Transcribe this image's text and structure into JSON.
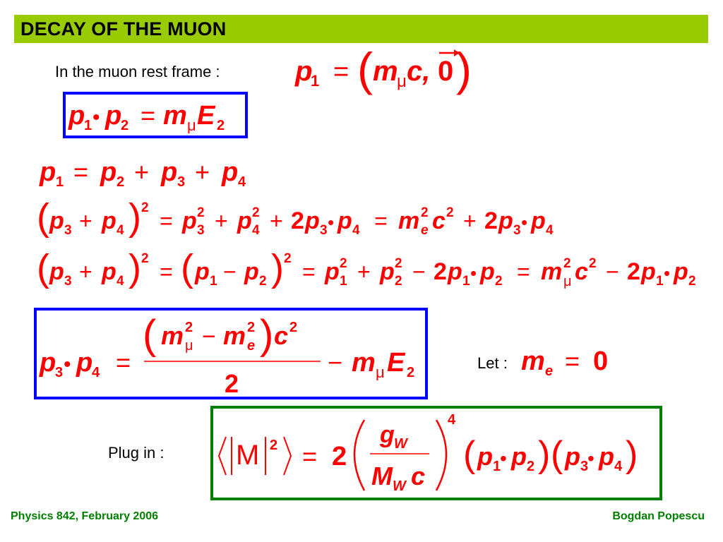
{
  "slide": {
    "title": "DECAY OF THE MUON",
    "rest_frame_label": "In the muon rest frame :",
    "let_label": "Let :",
    "plugin_label": "Plug in :"
  },
  "footer": {
    "left": "Physics 842, February 2006",
    "right": "Bogdan Popescu"
  },
  "colors": {
    "title_bar": "#99cc00",
    "equation_text": "#ff0000",
    "blue_box": "#0000ff",
    "green_box": "#008000",
    "footer_text": "#008000"
  }
}
